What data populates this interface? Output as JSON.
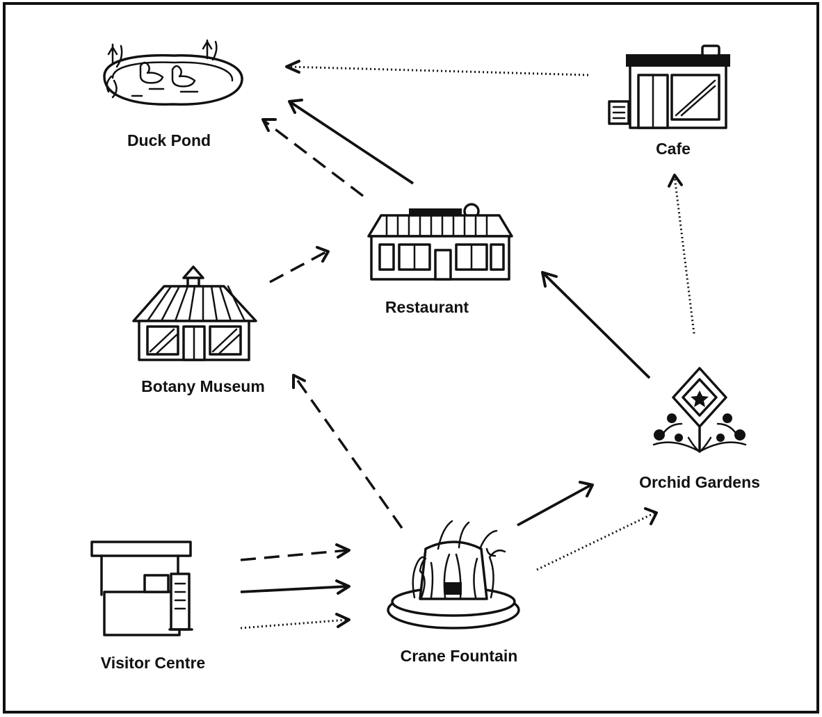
{
  "places": {
    "duck_pond": "Duck Pond",
    "cafe": "Cafe",
    "restaurant": "Restaurant",
    "botany_museum": "Botany Museum",
    "orchid_gardens": "Orchid Gardens",
    "visitor_centre": "Visitor Centre",
    "crane_fountain": "Crane Fountain"
  },
  "icons": {
    "duck_pond": "duck-pond-icon",
    "cafe": "cafe-icon",
    "restaurant": "restaurant-icon",
    "botany_museum": "museum-icon",
    "orchid_gardens": "orchid-icon",
    "visitor_centre": "kiosk-icon",
    "crane_fountain": "fountain-icon"
  },
  "routes": [
    {
      "from": "cafe",
      "to": "duck_pond",
      "style": "dotted"
    },
    {
      "from": "restaurant",
      "to": "duck_pond",
      "style": "solid"
    },
    {
      "from": "restaurant",
      "to": "duck_pond",
      "style": "dashed"
    },
    {
      "from": "botany_museum",
      "to": "restaurant",
      "style": "dashed"
    },
    {
      "from": "orchid_gardens",
      "to": "restaurant",
      "style": "solid"
    },
    {
      "from": "orchid_gardens",
      "to": "cafe",
      "style": "dotted"
    },
    {
      "from": "crane_fountain",
      "to": "botany_museum",
      "style": "dashed"
    },
    {
      "from": "crane_fountain",
      "to": "orchid_gardens",
      "style": "solid"
    },
    {
      "from": "crane_fountain",
      "to": "orchid_gardens",
      "style": "dotted"
    },
    {
      "from": "visitor_centre",
      "to": "crane_fountain",
      "style": "dashed"
    },
    {
      "from": "visitor_centre",
      "to": "crane_fountain",
      "style": "solid"
    },
    {
      "from": "visitor_centre",
      "to": "crane_fountain",
      "style": "dotted"
    }
  ]
}
